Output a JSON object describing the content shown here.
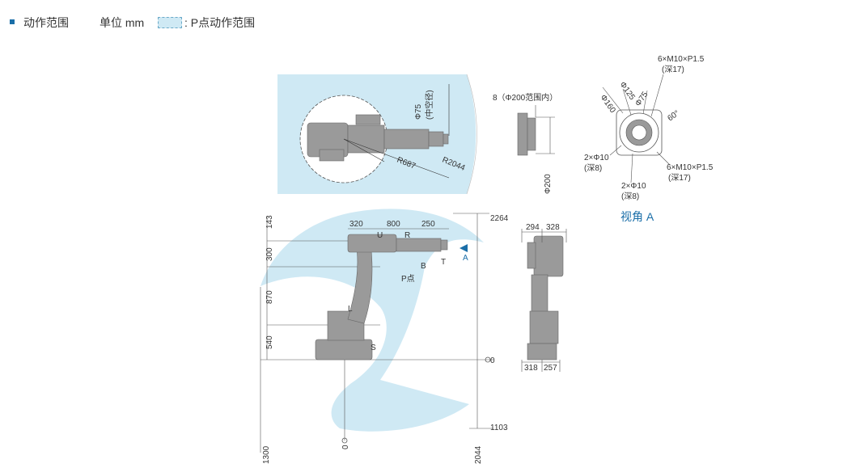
{
  "header": {
    "title": "动作范围",
    "unit": "单位 mm",
    "legend_label": ": P点动作范围"
  },
  "colors": {
    "range_fill": "#cfe9f4",
    "robot": "#9a9a9a",
    "accent": "#1a6ea8",
    "bullet": "#1a6ea8"
  },
  "top_view": {
    "label_r687": "R687",
    "label_r2044": "R2044",
    "label_phi75": "Φ75",
    "label_hollow": "(中空径)"
  },
  "side_view": {
    "top_dims": [
      "320",
      "800",
      "250"
    ],
    "left_dims": [
      "143",
      "300",
      "870",
      "540"
    ],
    "bottom_dims": [
      "1300",
      "0",
      "2044"
    ],
    "right_dims": [
      "2264",
      "0",
      "1103"
    ],
    "axis_labels": {
      "u": "U",
      "r": "R",
      "b": "B",
      "t": "T",
      "l": "L",
      "s": "S",
      "a": "A"
    },
    "p_point": "P点"
  },
  "flange_side": {
    "label_top": "8（Φ200范围内）",
    "label_phi200": "Φ200"
  },
  "flange_front": {
    "label_6m10_top": "6×M10×P1.5",
    "label_depth17_top": "(深17)",
    "label_phi160": "Φ160",
    "label_phi125": "Φ125",
    "label_phi75": "Φ75",
    "label_60": "60°",
    "label_2phi10_left": "2×Φ10",
    "label_depth8_left": "(深8)",
    "label_2phi10_bottom": "2×Φ10",
    "label_depth8_bottom": "(深8)",
    "label_6m10_right": "6×M10×P1.5",
    "label_depth17_right": "(深17)",
    "view_title": "视角 A"
  },
  "rear_view": {
    "top_dims": [
      "294",
      "328"
    ],
    "bottom_dims": [
      "318",
      "257"
    ]
  }
}
